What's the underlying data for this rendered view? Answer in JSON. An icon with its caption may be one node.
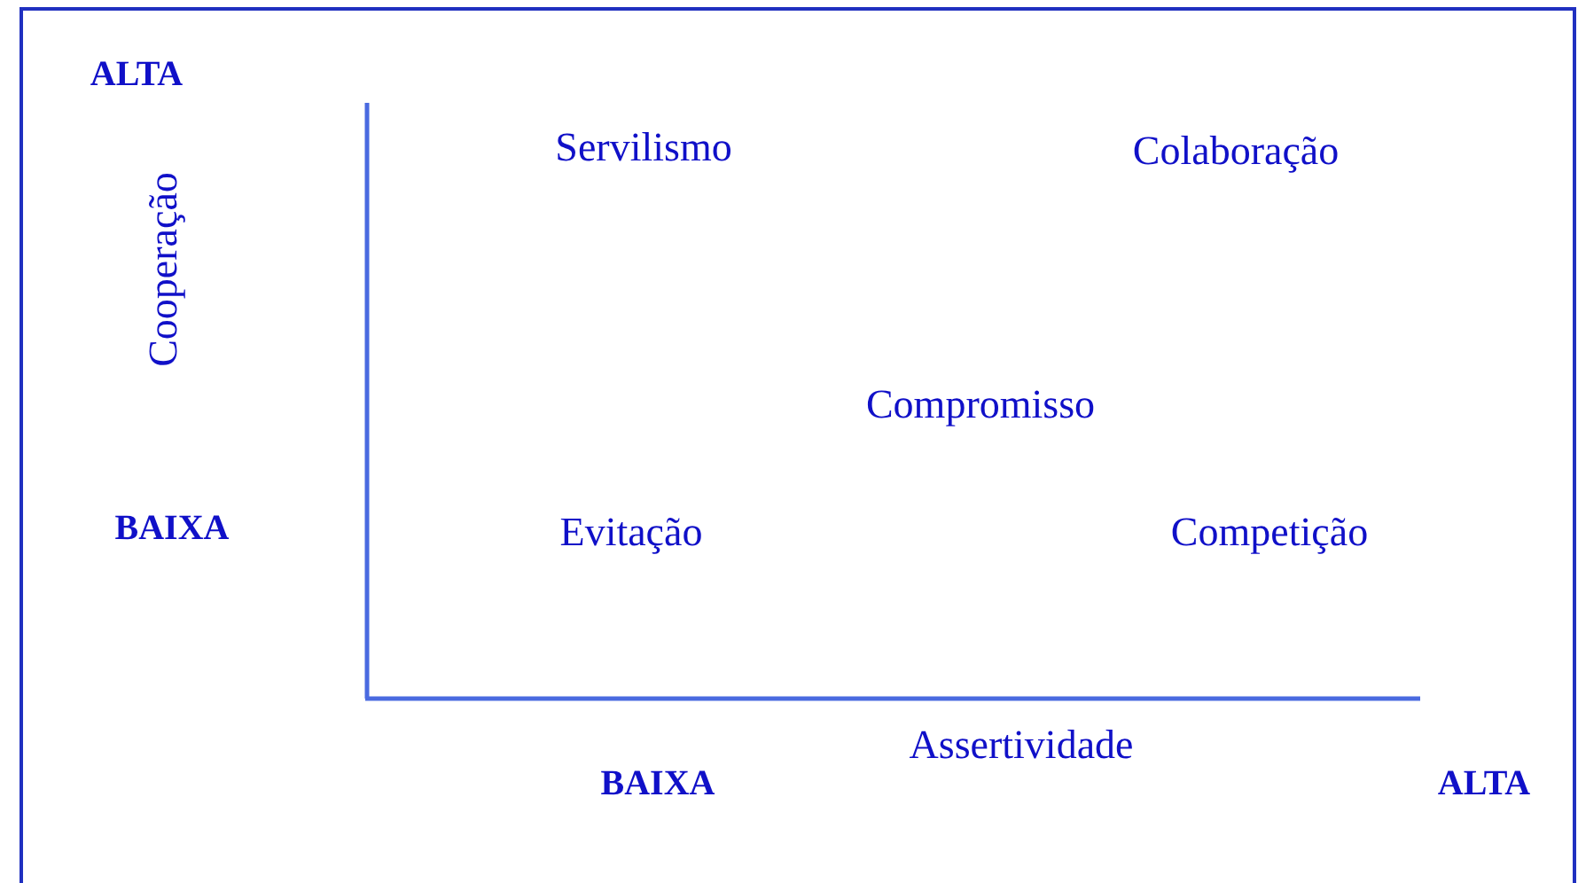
{
  "diagram": {
    "labels": [
      "ALTA",
      "Cooperação",
      "Servilismo",
      "Colaboração",
      "Compromisso",
      "BAIXA",
      "Evitação",
      "Competição",
      "Assertividade",
      "BAIXA",
      "ALTA"
    ]
  }
}
